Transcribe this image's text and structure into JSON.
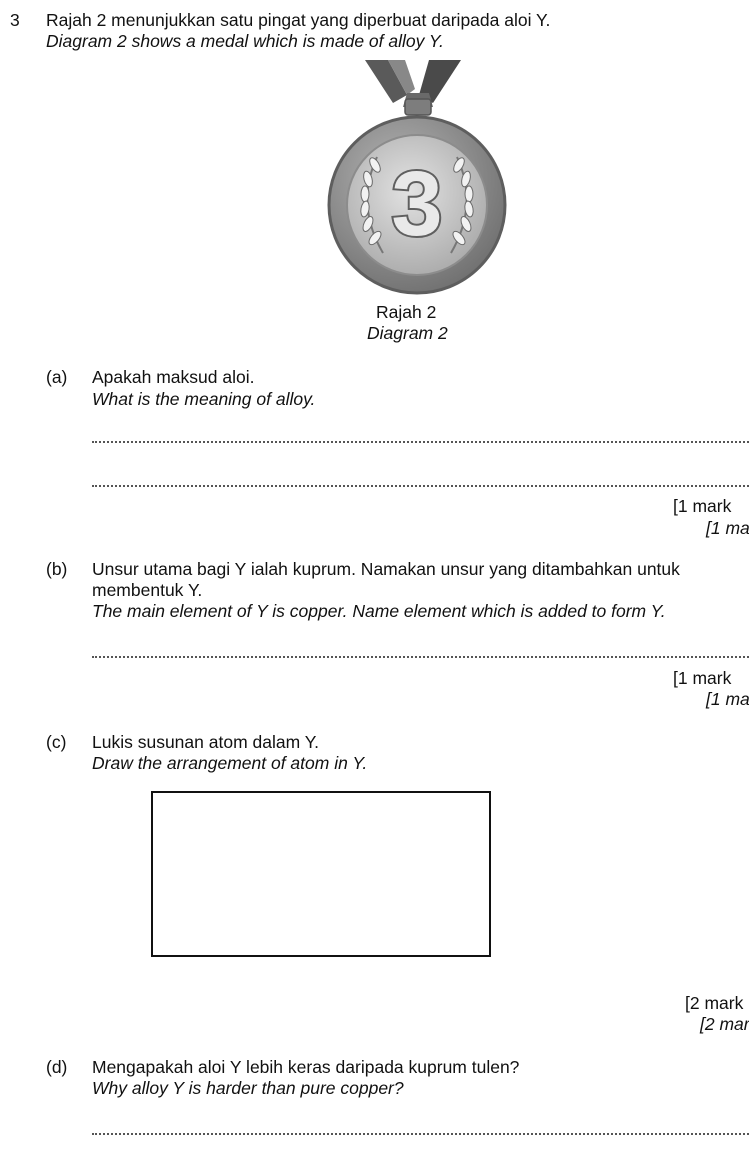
{
  "question": {
    "number": "3",
    "intro_ms": "Rajah 2 menunjukkan satu pingat yang diperbuat daripada aloi Y.",
    "intro_en": "Diagram 2 shows a medal which is made of alloy Y."
  },
  "diagram": {
    "medal_number": "3",
    "caption_ms": "Rajah 2",
    "caption_en": "Diagram 2"
  },
  "parts": {
    "a": {
      "label": "(a)",
      "text_ms": "Apakah maksud aloi.",
      "text_en": "What is the meaning of alloy.",
      "marks_ms": "[1 mark",
      "marks_en": "[1 ma"
    },
    "b": {
      "label": "(b)",
      "text_ms_1": "Unsur utama bagi Y ialah kuprum. Namakan unsur yang ditambahkan untuk",
      "text_ms_2": "membentuk Y.",
      "text_en": "The main element of Y is copper. Name element which is added to form Y.",
      "marks_ms": "[1 mark",
      "marks_en": "[1 ma"
    },
    "c": {
      "label": "(c)",
      "text_ms": "Lukis susunan atom dalam Y.",
      "text_en": "Draw the arrangement of atom in Y.",
      "marks_ms": "[2 mark",
      "marks_en": "[2 mar"
    },
    "d": {
      "label": "(d)",
      "text_ms": "Mengapakah aloi Y lebih keras daripada kuprum tulen?",
      "text_en": "Why alloy Y is harder than pure copper?"
    }
  },
  "colors": {
    "medal_outer": "#8a8a8a",
    "medal_inner": "#cdcdcd",
    "ribbon": "#555555"
  }
}
